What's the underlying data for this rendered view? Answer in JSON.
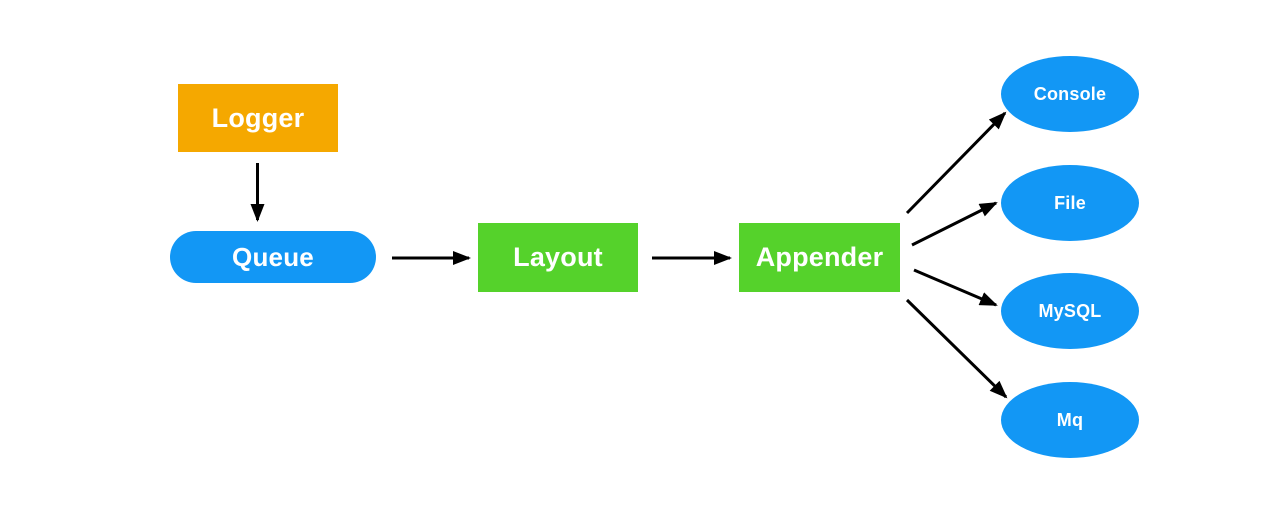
{
  "diagram": {
    "nodes": {
      "logger": {
        "label": "Logger",
        "shape": "rectangle",
        "color": "#F5A800"
      },
      "queue": {
        "label": "Queue",
        "shape": "rounded-pill",
        "color": "#1297F5"
      },
      "layout": {
        "label": "Layout",
        "shape": "rectangle",
        "color": "#55D22B"
      },
      "appender": {
        "label": "Appender",
        "shape": "rectangle",
        "color": "#55D22B"
      },
      "outputs": [
        {
          "label": "Console",
          "shape": "ellipse",
          "color": "#1297F5"
        },
        {
          "label": "File",
          "shape": "ellipse",
          "color": "#1297F5"
        },
        {
          "label": "MySQL",
          "shape": "ellipse",
          "color": "#1297F5"
        },
        {
          "label": "Mq",
          "shape": "ellipse",
          "color": "#1297F5"
        }
      ]
    },
    "edges": [
      {
        "from": "Logger",
        "to": "Queue"
      },
      {
        "from": "Queue",
        "to": "Layout"
      },
      {
        "from": "Layout",
        "to": "Appender"
      },
      {
        "from": "Appender",
        "to": "Console"
      },
      {
        "from": "Appender",
        "to": "File"
      },
      {
        "from": "Appender",
        "to": "MySQL"
      },
      {
        "from": "Appender",
        "to": "Mq"
      }
    ],
    "colors": {
      "orange": "#F5A800",
      "blue": "#1297F5",
      "green": "#55D22B",
      "arrow": "#000000",
      "node-text": "#FFFFFF",
      "bg": "#FFFFFF"
    }
  }
}
